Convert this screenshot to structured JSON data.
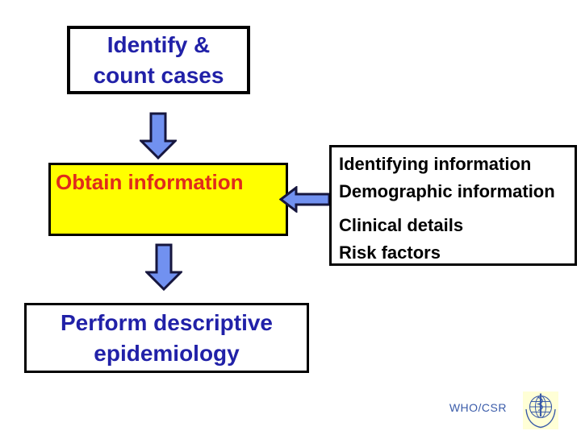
{
  "flowchart": {
    "box_identify": {
      "lines": [
        "Identify &",
        "count cases"
      ]
    },
    "box_obtain": {
      "label": "Obtain information"
    },
    "box_info": {
      "lines": [
        "Identifying information",
        "Demographic information",
        "Clinical details",
        "Risk factors"
      ]
    },
    "box_perform": {
      "lines": [
        "Perform descriptive",
        "epidemiology"
      ]
    }
  },
  "footer": {
    "credit": "WHO/CSR"
  },
  "icons": {
    "down_arrow_1": "down-arrow-icon",
    "down_arrow_2": "down-arrow-icon",
    "left_arrow": "left-arrow-icon",
    "who_emblem": "who-emblem-icon"
  },
  "colors": {
    "slide_bg": "#FFFFFF",
    "box_border": "#000000",
    "heading_blue": "#2121A8",
    "obtain_bg": "#FFFF00",
    "obtain_red": "#E02A1C",
    "info_text": "#000000",
    "arrow_fill": "#7191F0",
    "arrow_stroke": "#16163E",
    "credit_blue": "#3A5BA9",
    "logo_bg": "#FFFFD6",
    "logo_blue": "#3A5BA9"
  }
}
